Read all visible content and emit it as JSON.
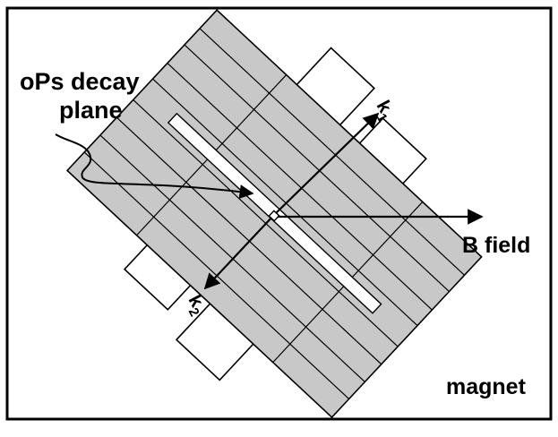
{
  "labels": {
    "plane_line1": "oPs decay",
    "plane_line2": "plane",
    "b_field": "B field",
    "magnet": "magnet",
    "k1": "k",
    "k1_sub": "1",
    "k2": "k",
    "k2_sub": "2"
  },
  "colors": {
    "background": "#ffffff",
    "frame": "#000000",
    "plane_fill": "#c8c8c8",
    "outline": "#000000"
  }
}
